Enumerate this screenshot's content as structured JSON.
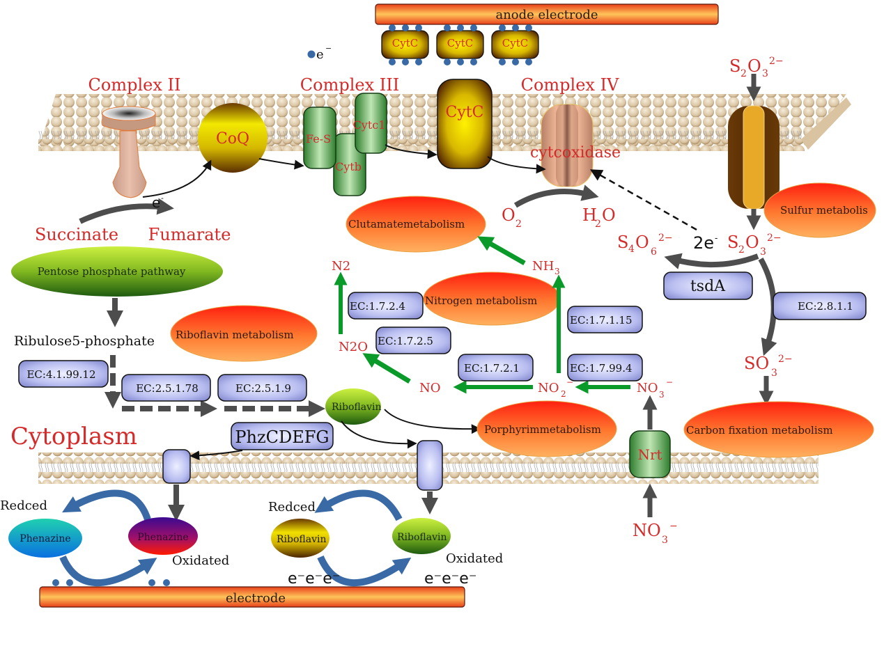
{
  "anode": {
    "label": "anode electrode",
    "cytc_label": "CytC",
    "cytc_count": 3
  },
  "electron_legend": {
    "label": "e",
    "sup": "−"
  },
  "complexes": {
    "complex2": "Complex II",
    "complex3": "Complex III",
    "complex4": "Complex IV",
    "coq": "CoQ",
    "fes": "Fe-S",
    "cytc1": "Cytc1",
    "cytb": "Cytb",
    "cytc_big": "CytC",
    "cytoxidase": "cytcoxidase"
  },
  "succinate": {
    "left": "Succinate",
    "right": "Fumarate",
    "e": "e",
    "e_sup": "-"
  },
  "oxygen": {
    "o2": "O",
    "o2_sub": "2",
    "h2o_h": "H",
    "h2o_sub": "2",
    "h2o_o": "O"
  },
  "sulfur": {
    "s2o3_top": {
      "s": "S",
      "s_sub": "2",
      "o": "O",
      "o_sub": "3",
      "sup": "2−"
    },
    "s2o3_mid": {
      "s": "S",
      "s_sub": "2",
      "o": "O",
      "o_sub": "3",
      "sup": "2−"
    },
    "s4o6": {
      "s": "S",
      "s_sub": "4",
      "o": "O",
      "o_sub": "6",
      "sup": "2−"
    },
    "so3": {
      "s": "SO",
      "o_sub": "3",
      "sup": "2−"
    },
    "two_e": "2e",
    "two_e_sup": "-",
    "tsda": "tsdA",
    "ec_2811": "EC:2.8.1.1",
    "sulfur_metabolism": "Sulfur metabolis",
    "carbon_fixation": "Carbon fixation metabolism"
  },
  "pathways": {
    "pentose": "Pentose phosphate pathway",
    "ribulose": "Ribulose5-phosphate",
    "riboflavin_metabolism": "Riboflavin metabolism",
    "glutamate_metabolism": "Clutamatemetabolism",
    "nitrogen_metabolism": "Nitrogen metabolism",
    "porphyrin_metabolism": "Porphyrimmetabolism"
  },
  "enzymes": {
    "ec_4_1_99_12": "EC:4.1.99.12",
    "ec_2_5_1_78": "EC:2.5.1.78",
    "ec_2_5_1_9": "EC:2.5.1.9",
    "ec_1_7_2_4": "EC:1.7.2.4",
    "ec_1_7_2_5": "EC:1.7.2.5",
    "ec_1_7_2_1": "EC:1.7.2.1",
    "ec_1_7_1_15": "EC:1.7.1.15",
    "ec_1_7_99_4": "EC:1.7.99.4",
    "phzcdefg": "PhzCDEFG"
  },
  "nitrogen": {
    "n2": "N2",
    "n2o": "N2O",
    "no": "NO",
    "no2": "NO",
    "no2_sub": "2",
    "no2_sup": "−",
    "nh3": "NH",
    "nh3_sub": "3",
    "no3": "NO",
    "no3_sub": "3",
    "no3_sup": "−",
    "no3_ext": "NO",
    "no3_ext_sub": "3",
    "no3_ext_sup": "−",
    "nrt": "Nrt"
  },
  "riboflavin": {
    "label": "Riboflavin"
  },
  "cytoplasm": "Cytoplasm",
  "shuttles": {
    "reduced": "Redced",
    "oxidated": "Oxidated",
    "phenazine": "Phenazine",
    "riboflavin": "Riboflavin",
    "electrons": "e⁻e⁻e⁻"
  },
  "electrode": {
    "label": "electrode"
  },
  "colors": {
    "label_red": "#d42a2a",
    "arrow_grey": "#4d4d4d",
    "arrow_green": "#0a9a2a",
    "shuttle_blue": "#3a6aa5",
    "enzyme_fill": "#b4b8e8"
  }
}
